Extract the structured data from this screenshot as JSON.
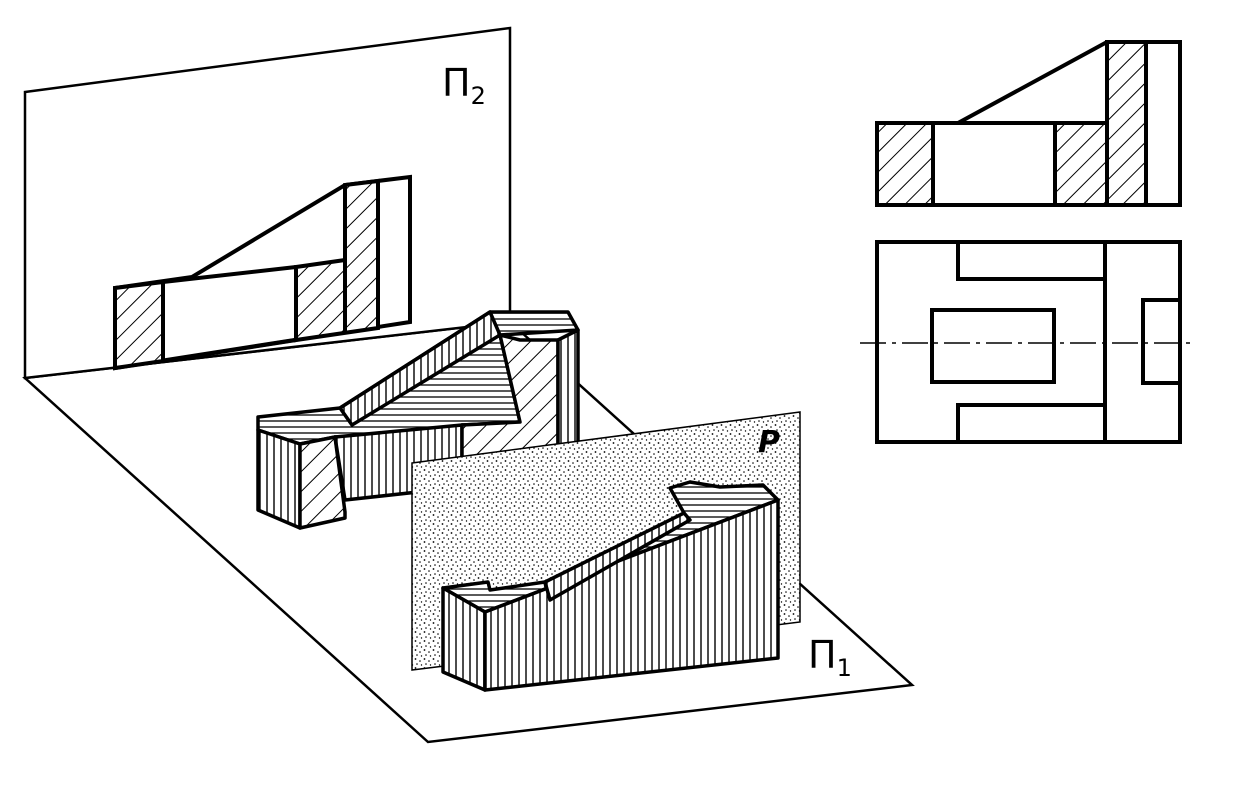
{
  "labels": {
    "frontal_plane": {
      "letter": "П",
      "index": "2"
    },
    "horizontal_plane": {
      "letter": "П",
      "index": "1"
    },
    "cutting_plane": "P"
  },
  "colors": {
    "ink": "#000000",
    "paper": "#ffffff",
    "cutting_plane_fill": "#e6e6e6"
  }
}
